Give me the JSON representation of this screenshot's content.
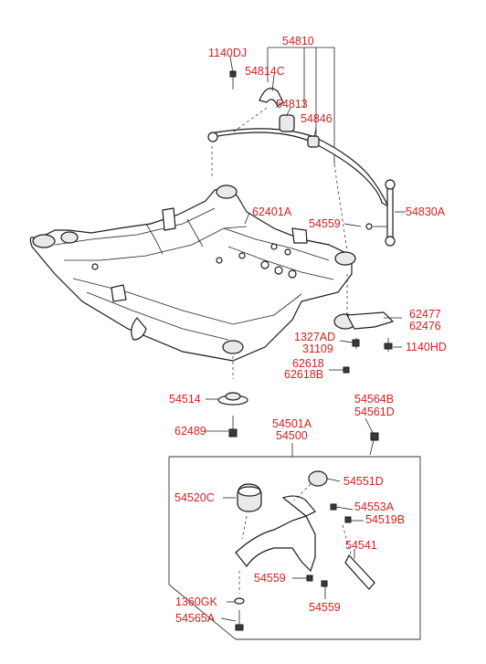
{
  "labels": {
    "l1140DJ": "1140DJ",
    "l54810": "54810",
    "l54814C": "54814C",
    "l54813": "54813",
    "l54846": "54846",
    "l62401A": "62401A",
    "l54559top": "54559",
    "l54830A": "54830A",
    "l62477": "62477",
    "l62476": "62476",
    "l1327AD": "1327AD",
    "l31109": "31109",
    "l1140HD": "1140HD",
    "l62618": "62618",
    "l62618B": "62618B",
    "l54514": "54514",
    "l54564B": "54564B",
    "l54561D": "54561D",
    "l62489": "62489",
    "l54501A": "54501A",
    "l54500": "54500",
    "l54551D": "54551D",
    "l54520C": "54520C",
    "l54553A": "54553A",
    "l54519B": "54519B",
    "l54541": "54541",
    "l54559mid": "54559",
    "l54559low": "54559",
    "l1360GK": "1360GK",
    "l54565A": "54565A"
  },
  "colors": {
    "label": "#d42020",
    "line": "#222222"
  }
}
